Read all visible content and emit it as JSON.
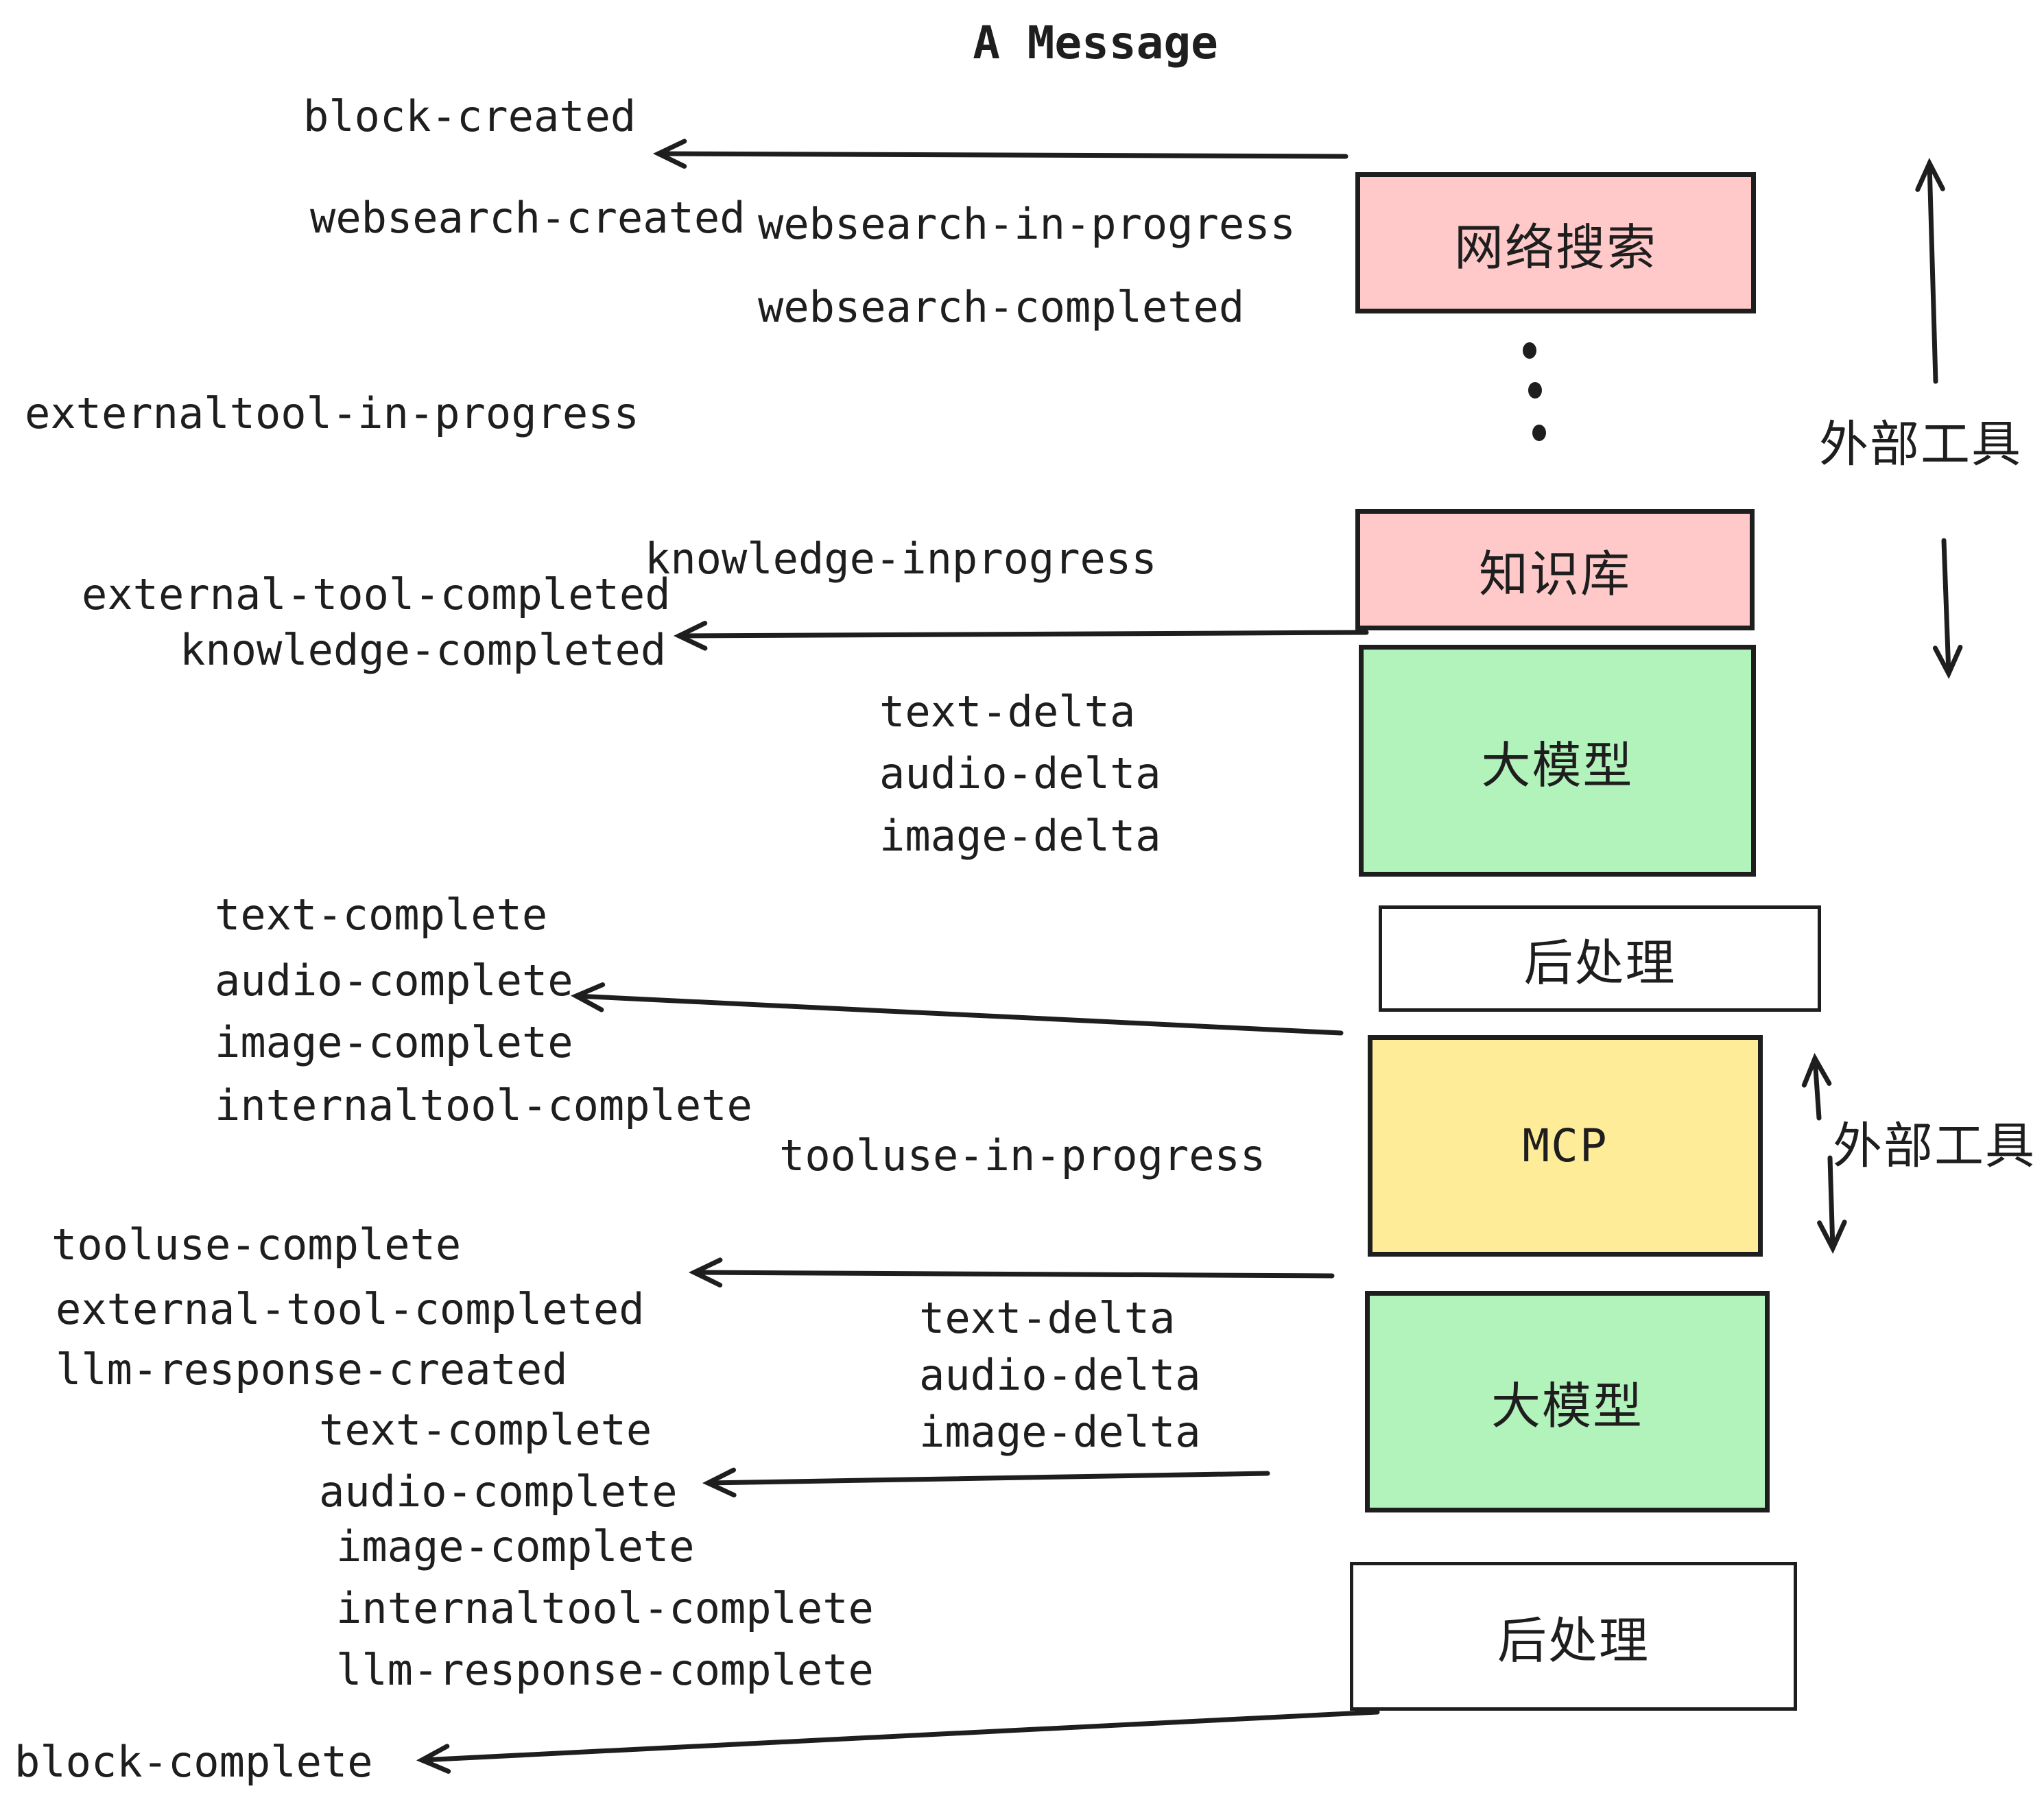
{
  "diagram": {
    "title": "A Message",
    "boxes": {
      "websearch": "网络搜索",
      "knowledge": "知识库",
      "llm1": "大模型",
      "post1": "后处理",
      "mcp": "MCP",
      "llm2": "大模型",
      "post2": "后处理"
    },
    "side_labels": {
      "external_tools_1": "外部工具",
      "external_tools_2": "外部工具"
    },
    "events": {
      "block_created": "block-created",
      "websearch_created": "websearch-created",
      "websearch_in_progress": "websearch-in-progress",
      "websearch_completed": "websearch-completed",
      "externaltool_in_progress": "externaltool-in-progress",
      "knowledge_inprogress": "knowledge-inprogress",
      "external_tool_completed": "external-tool-completed",
      "knowledge_completed": "knowledge-completed",
      "text_delta": "text-delta",
      "audio_delta": "audio-delta",
      "image_delta": "image-delta",
      "text_complete": "text-complete",
      "audio_complete": "audio-complete",
      "image_complete": "image-complete",
      "internaltool_complete": "internaltool-complete",
      "tooluse_in_progress": "tooluse-in-progress",
      "tooluse_complete": "tooluse-complete",
      "llm_response_created": "llm-response-created",
      "llm_response_complete": "llm-response-complete",
      "block_complete": "block-complete"
    },
    "colors": {
      "pink": "#ffc9c9",
      "green": "#b2f2bb",
      "yellow": "#ffec99",
      "stroke": "#1e1e1e",
      "background": "#ffffff"
    }
  }
}
